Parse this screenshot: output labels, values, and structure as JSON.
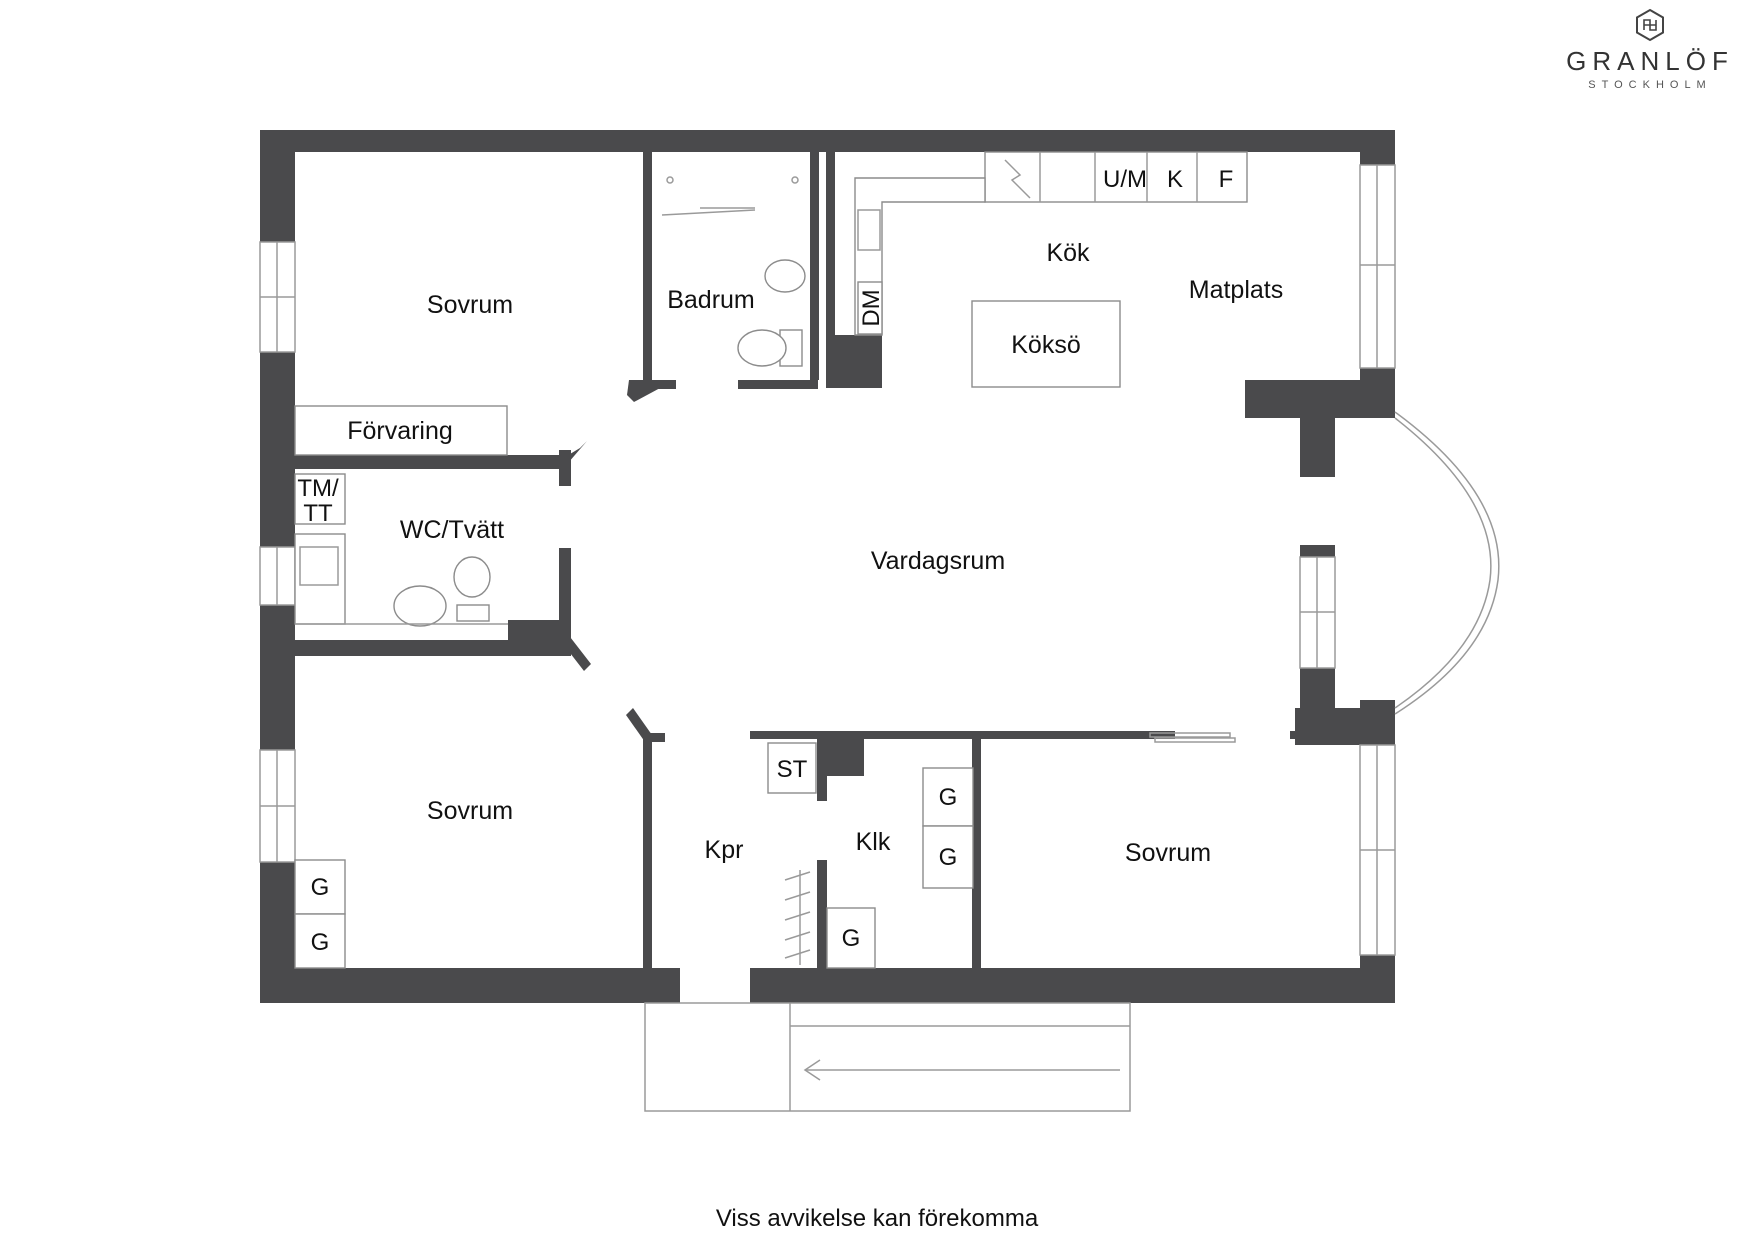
{
  "brand": {
    "name": "GRANLÖF",
    "city": "STOCKHOLM",
    "logo_icon": "granlof-hexagon-logo-icon"
  },
  "rooms": {
    "sovrum_top": "Sovrum",
    "badrum": "Badrum",
    "kok": "Kök",
    "matplats": "Matplats",
    "koksö": "Köksö",
    "forvaring": "Förvaring",
    "wc_tvatt": "WC/Tvätt",
    "vardagsrum": "Vardagsrum",
    "sovrum_left": "Sovrum",
    "kpr": "Kpr",
    "klk": "Klk",
    "sovrum_right": "Sovrum"
  },
  "fixtures": {
    "um": "U/M",
    "k": "K",
    "f": "F",
    "dm": "DM",
    "tm": "TM/",
    "tt": "TT",
    "st": "ST",
    "g": "G"
  },
  "disclaimer": "Viss avvikelse kan förekomma"
}
